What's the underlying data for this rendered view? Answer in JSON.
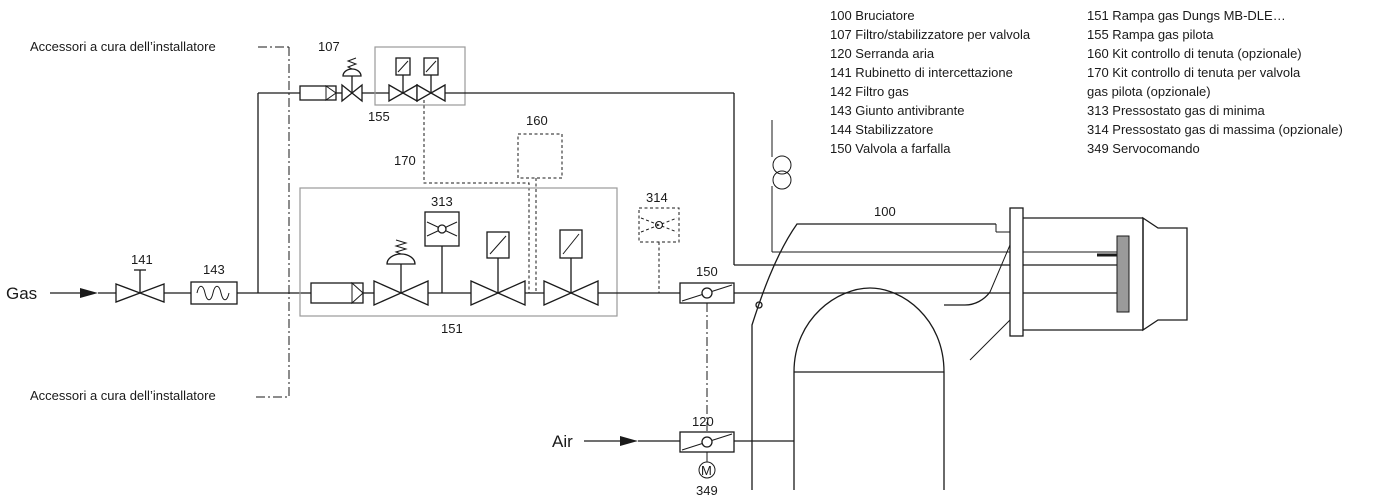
{
  "labels": {
    "installer_top": "Accessori a cura dell’installatore",
    "installer_bottom": "Accessori a cura dell’installatore",
    "gas": "Gas",
    "air": "Air",
    "c100": "100",
    "c107": "107",
    "c120": "120",
    "c141": "141",
    "c143": "143",
    "c150": "150",
    "c151": "151",
    "c155": "155",
    "c160": "160",
    "c170": "170",
    "c313": "313",
    "c314": "314",
    "c349": "349",
    "motor": "M"
  },
  "legend": {
    "left": [
      "100 Bruciatore",
      "107 Filtro/stabilizzatore per valvola",
      "120 Serranda aria",
      "141 Rubinetto di intercettazione",
      "142 Filtro gas",
      "143 Giunto antivibrante",
      "144 Stabilizzatore",
      "150 Valvola a farfalla"
    ],
    "right": [
      "151 Rampa gas Dungs MB-DLE…",
      "155 Rampa gas pilota",
      "160 Kit controllo di tenuta (opzionale)",
      "170 Kit controllo di tenuta per valvola",
      "gas pilota (opzionale)",
      "313 Pressostato gas di minima",
      "314 Pressostato gas di massima (opzionale)",
      "349 Servocomando"
    ]
  }
}
